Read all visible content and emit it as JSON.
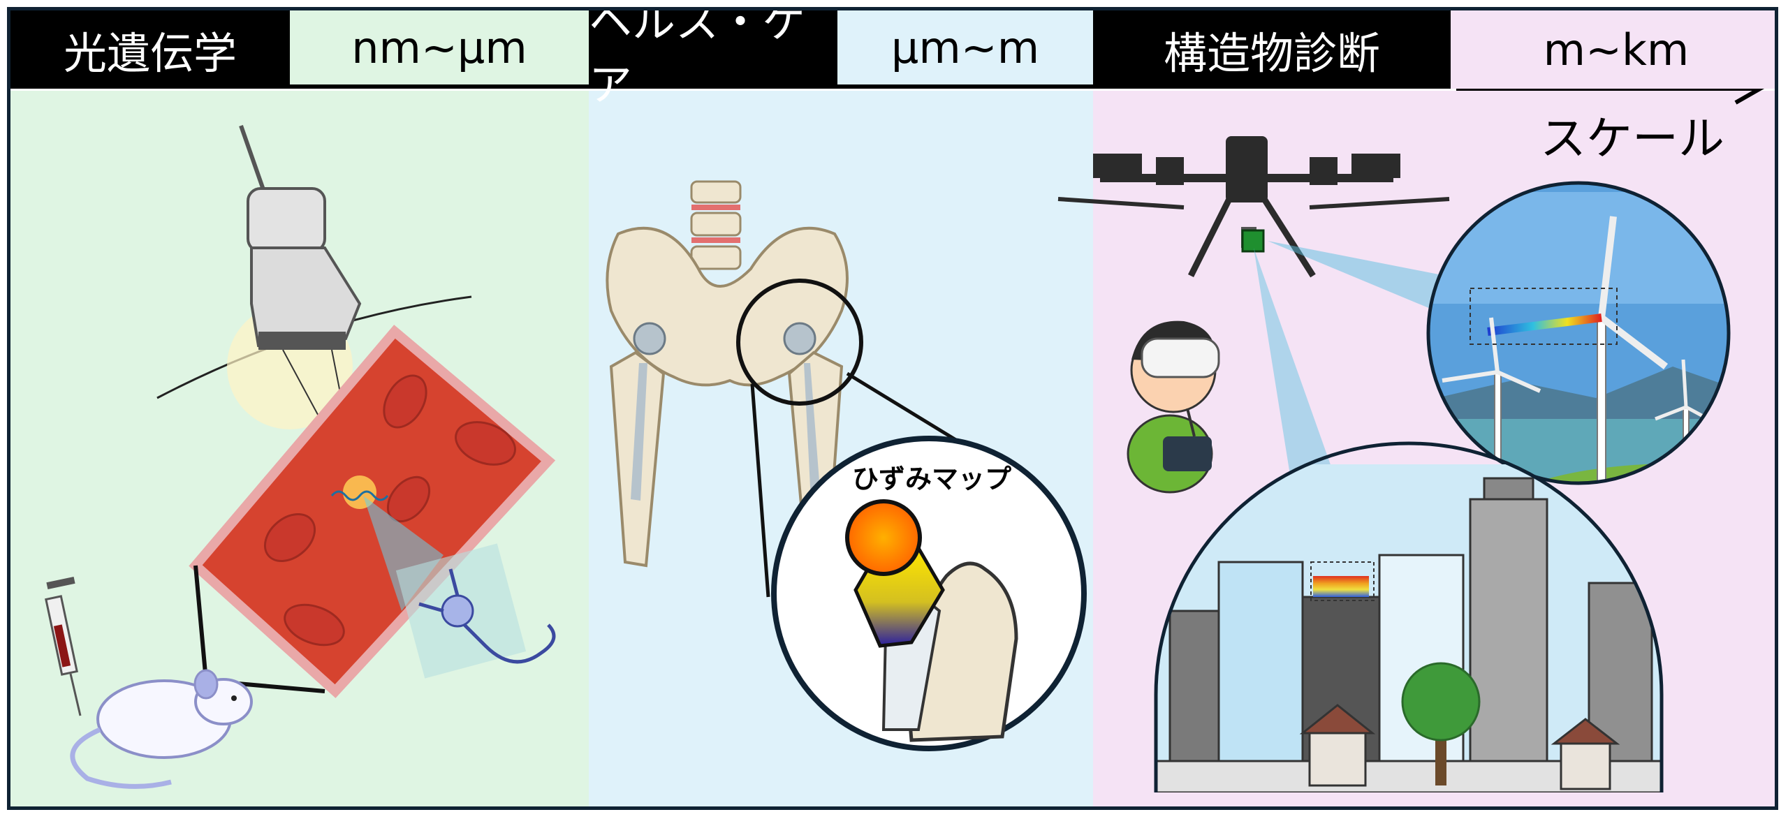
{
  "sections": [
    {
      "title": "光遺伝学",
      "scale": "nm~μm"
    },
    {
      "title": "ヘルス・ケア",
      "scale": "μm~m"
    },
    {
      "title": "構造物診断",
      "scale": "m~km"
    }
  ],
  "axis_label": "スケール",
  "strain_map_label": "ひずみマップ",
  "colors": {
    "optogenetics_bg": "#dff5e3",
    "healthcare_bg": "#dff2fa",
    "structural_bg": "#f5e3f5",
    "header_bg": "#000000"
  }
}
